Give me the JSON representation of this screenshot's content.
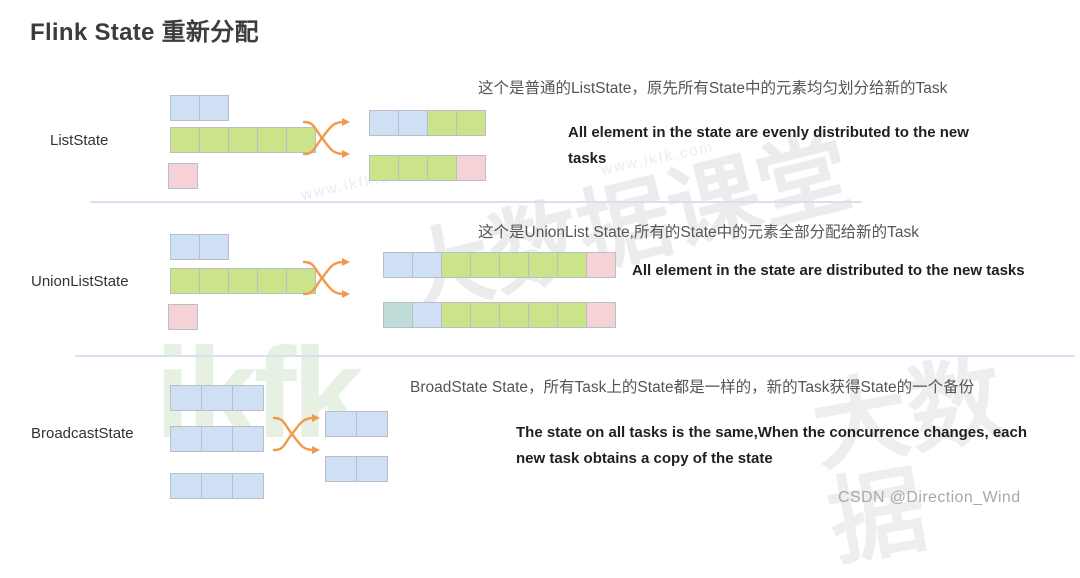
{
  "title": "Flink State 重新分配",
  "watermarks": {
    "kf": "ikfk",
    "cn_big_1": "大数据课堂",
    "cn_big_2": "大数据",
    "small_1": "www.ikfk.com",
    "small_2": "www.ikfk.com"
  },
  "credit": "CSDN @Direction_Wind",
  "colors": {
    "blue": "#cfe0f4",
    "green": "#cbe389",
    "pink": "#f6d2d6",
    "teal": "#bfdcd8",
    "cell_border": "#b9bfc9",
    "divider": "#d8e0ef",
    "arrow": "#f2994a",
    "title": "#3c3c3c",
    "cn_text": "#555555",
    "en_text": "#1f1f1f"
  },
  "sections": [
    {
      "id": "liststate",
      "label": "ListState",
      "icon": "cross-redistribute-icon",
      "source_rows": [
        {
          "name": "source-row-blue",
          "cells": [
            "blue",
            "blue"
          ]
        },
        {
          "name": "source-row-green",
          "cells": [
            "green",
            "green",
            "green",
            "green",
            "green"
          ]
        },
        {
          "name": "source-row-pink",
          "cells": [
            "pink"
          ]
        }
      ],
      "target_rows": [
        {
          "name": "target-row-1",
          "cells": [
            "blue",
            "blue",
            "green",
            "green"
          ]
        },
        {
          "name": "target-row-2",
          "cells": [
            "green",
            "green",
            "green",
            "pink"
          ]
        }
      ],
      "cn_text": "这个是普通的ListState，原先所有State中的元素均匀划分给新的Task",
      "en_text": "All element in the state are evenly distributed to the new tasks"
    },
    {
      "id": "unionliststate",
      "label": "UnionListState",
      "icon": "cross-redistribute-icon",
      "source_rows": [
        {
          "name": "source-row-blue",
          "cells": [
            "blue",
            "blue"
          ]
        },
        {
          "name": "source-row-green",
          "cells": [
            "green",
            "green",
            "green",
            "green",
            "green"
          ]
        },
        {
          "name": "source-row-pink",
          "cells": [
            "pink"
          ]
        }
      ],
      "target_rows": [
        {
          "name": "target-row-1",
          "cells": [
            "blue",
            "blue",
            "green",
            "green",
            "green",
            "green",
            "green",
            "pink"
          ]
        },
        {
          "name": "target-row-2",
          "cells": [
            "teal",
            "blue",
            "green",
            "green",
            "green",
            "green",
            "green",
            "pink"
          ]
        }
      ],
      "cn_text": "这个是UnionList State,所有的State中的元素全部分配给新的Task",
      "en_text": "All element in the state are distributed to the new tasks"
    },
    {
      "id": "broadcaststate",
      "label": "BroadcastState",
      "icon": "cross-redistribute-icon",
      "source_rows": [
        {
          "name": "source-row-1",
          "cells": [
            "blue",
            "blue",
            "blue"
          ]
        },
        {
          "name": "source-row-2",
          "cells": [
            "blue",
            "blue",
            "blue"
          ]
        },
        {
          "name": "source-row-3",
          "cells": [
            "blue",
            "blue",
            "blue"
          ]
        }
      ],
      "target_rows": [
        {
          "name": "target-row-1",
          "cells": [
            "blue",
            "blue"
          ]
        },
        {
          "name": "target-row-2",
          "cells": [
            "blue",
            "blue"
          ]
        }
      ],
      "cn_text": "BroadState State，所有Task上的State都是一样的，新的Task获得State的一个备份",
      "en_text": "The state on all tasks is the same,When the concurrence changes, each new task obtains a copy of the state"
    }
  ]
}
